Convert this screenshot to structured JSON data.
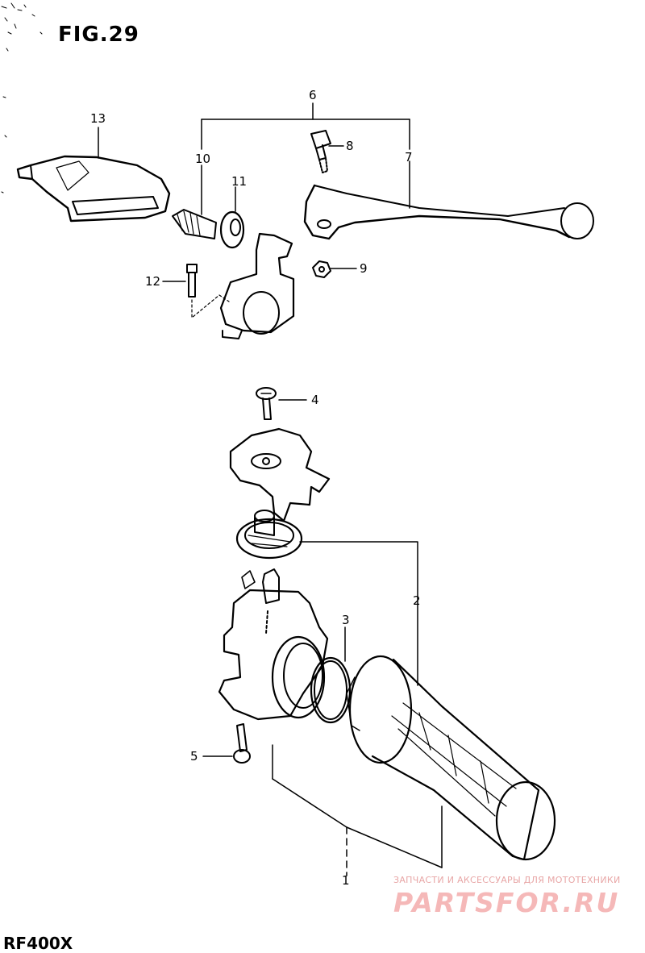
{
  "figure": {
    "title": "FIG.29",
    "model": "RF400X"
  },
  "callouts": [
    {
      "id": "c1",
      "label": "1"
    },
    {
      "id": "c2",
      "label": "2"
    },
    {
      "id": "c3",
      "label": "3"
    },
    {
      "id": "c4",
      "label": "4"
    },
    {
      "id": "c5",
      "label": "5"
    },
    {
      "id": "c6",
      "label": "6"
    },
    {
      "id": "c7",
      "label": "7"
    },
    {
      "id": "c8",
      "label": "8"
    },
    {
      "id": "c9",
      "label": "9"
    },
    {
      "id": "c10",
      "label": "10"
    },
    {
      "id": "c11",
      "label": "11"
    },
    {
      "id": "c12",
      "label": "12"
    },
    {
      "id": "c13",
      "label": "13"
    }
  ],
  "watermark": {
    "tagline": "ЗАПЧАСТИ И АКСЕССУАРЫ ДЛЯ МОТОТЕХНИКИ",
    "logo": "PARTSFOR.RU",
    "color": "#f5b8b8"
  }
}
